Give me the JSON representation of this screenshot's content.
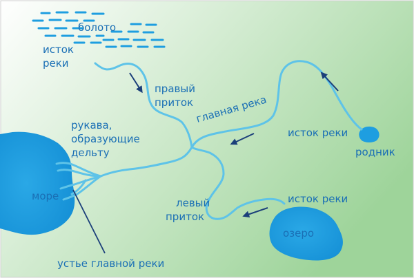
{
  "labels": {
    "swamp": "болото",
    "source_swamp_1": "исток",
    "source_swamp_2": "реки",
    "right_tributary_1": "правый",
    "right_tributary_2": "приток",
    "main_river": "главная река",
    "branches_1": "рукава,",
    "branches_2": "образующие",
    "branches_3": "дельту",
    "source_spring": "исток реки",
    "spring": "родник",
    "sea": "море",
    "left_tributary_1": "левый",
    "left_tributary_2": "приток",
    "source_lake": "исток реки",
    "lake": "озеро",
    "mouth": "устье главной реки"
  },
  "colors": {
    "background_start": "#ffffff",
    "background_end": "#9ed49a",
    "river": "#5ec3e8",
    "water": "#1e9ee0",
    "label": "#1a6fb5",
    "arrow": "#1b3f7a"
  }
}
